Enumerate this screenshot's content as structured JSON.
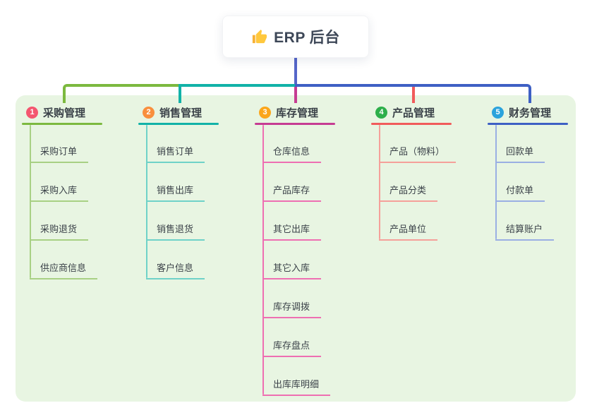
{
  "root": {
    "label": "ERP 后台",
    "icon": "thumbs-up"
  },
  "colors": {
    "stem": "#5566c9",
    "panel_bg": "#e8f5e2",
    "text": "#3b4249",
    "icon_yellow": "#ffc83d",
    "icon_cuff": "#f7b135"
  },
  "branches": [
    {
      "num": "1",
      "label": "采购管理",
      "badge": "#f4566f",
      "line": "#7cb93f",
      "subline": "#a8d084",
      "children": [
        "采购订单",
        "采购入库",
        "采购退货",
        "供应商信息"
      ]
    },
    {
      "num": "2",
      "label": "销售管理",
      "badge": "#f98f3d",
      "line": "#12b2a8",
      "subline": "#6fd2c8",
      "children": [
        "销售订单",
        "销售出库",
        "销售退货",
        "客户信息"
      ]
    },
    {
      "num": "3",
      "label": "库存管理",
      "badge": "#fba61a",
      "line": "#c63c93",
      "subline": "#ee6fb2",
      "children": [
        "仓库信息",
        "产品库存",
        "其它出库",
        "其它入库",
        "库存调拨",
        "库存盘点",
        "出库库明细"
      ]
    },
    {
      "num": "4",
      "label": "产品管理",
      "badge": "#2daf4a",
      "line": "#f15b5b",
      "subline": "#f5a09a",
      "children": [
        "产品（物料）",
        "产品分类",
        "产品单位"
      ]
    },
    {
      "num": "5",
      "label": "财务管理",
      "badge": "#2ba3dc",
      "line": "#3e60c4",
      "subline": "#9aafe3",
      "children": [
        "回款单",
        "付款单",
        "结算账户"
      ]
    }
  ]
}
